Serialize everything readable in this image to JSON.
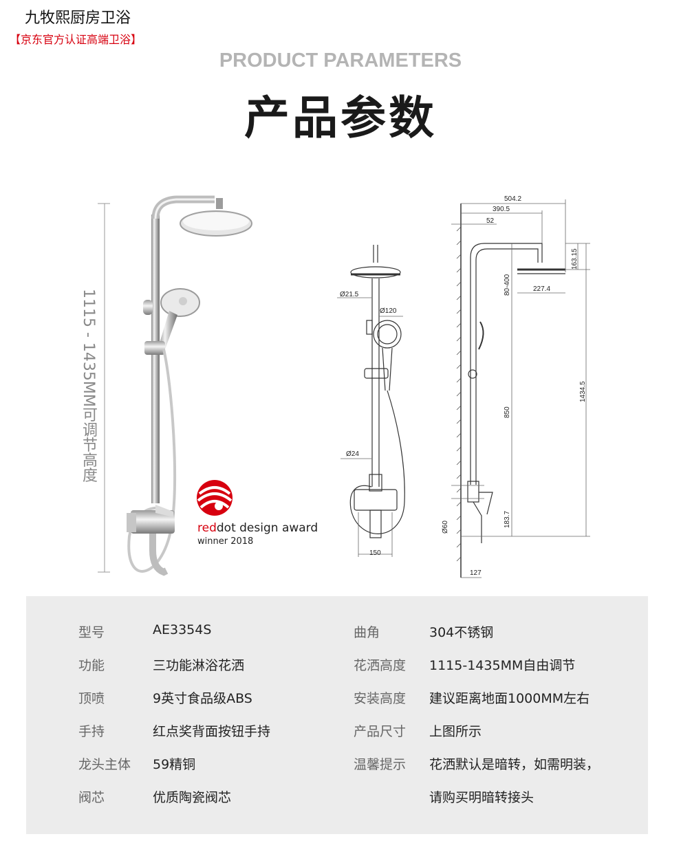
{
  "header": {
    "store_name": "九牧熙厨房卫浴",
    "store_tag": "【京东官方认证高端卫浴】",
    "title_en": "PRODUCT PARAMETERS",
    "title_cn": "产品参数"
  },
  "product_image": {
    "height_range_label": "1115 - 1435MM可调节高度"
  },
  "award": {
    "brand_red": "red",
    "brand_dot": "dot",
    "award_text": " design award",
    "winner_text": "winner 2018",
    "accent_color": "#d7000f"
  },
  "front_drawing": {
    "dim_21_5": "Ø21.5",
    "dim_120": "Ø120",
    "dim_24": "Ø24",
    "dim_150": "150"
  },
  "side_drawing": {
    "dim_504_2": "504.2",
    "dim_390_5": "390.5",
    "dim_52": "52",
    "dim_163_15": "163.15",
    "dim_80_400": "80-400",
    "dim_227_4": "227.4",
    "dim_1434_5": "1434.5",
    "dim_850": "850",
    "dim_60": "Ø60",
    "dim_183_7": "183.7",
    "dim_127": "127"
  },
  "params": {
    "left": [
      {
        "label": "型号",
        "value": "AE3354S"
      },
      {
        "label": "功能",
        "value": "三功能淋浴花洒"
      },
      {
        "label": "顶喷",
        "value": "9英寸食品级ABS"
      },
      {
        "label": "手持",
        "value": "红点奖背面按钮手持"
      },
      {
        "label": "龙头主体",
        "value": "59精铜"
      },
      {
        "label": "阀芯",
        "value": "优质陶瓷阀芯"
      }
    ],
    "right": [
      {
        "label": "曲角",
        "value": "304不锈钢"
      },
      {
        "label": "花洒高度",
        "value": "1115-1435MM自由调节"
      },
      {
        "label": "安装高度",
        "value": "建议距离地面1000MM左右"
      },
      {
        "label": "产品尺寸",
        "value": "上图所示"
      },
      {
        "label": "温馨提示",
        "value": "花洒默认是暗转，如需明装，"
      },
      {
        "label": "",
        "value": "请购买明暗转接头"
      }
    ]
  }
}
